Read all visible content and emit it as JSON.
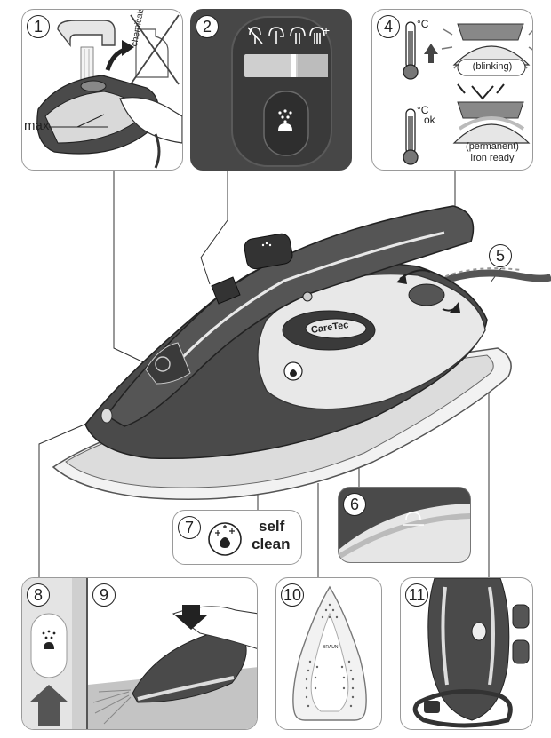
{
  "steps": {
    "s1": "1",
    "s2": "2",
    "s4": "4",
    "s5": "5",
    "s6": "6",
    "s7": "7",
    "s8": "8",
    "s9": "9",
    "s10": "10",
    "s11": "11"
  },
  "fill_panel": {
    "max_label": "max",
    "chemicals_label": "chemicals"
  },
  "steam_panel": {
    "icons": [
      "no-steam-icon",
      "low-steam-icon",
      "medium-steam-icon",
      "max-steam-icon"
    ],
    "plus_label": "+"
  },
  "temp_panel": {
    "unit_hot": "°C",
    "unit_ok": "°C",
    "ok_label": "ok",
    "blinking_label": "(blinking)",
    "permanent_label": "(permanent)",
    "iron_ready_label": "iron ready"
  },
  "brand": {
    "logo_text": "CareTec",
    "soleplate_brand": "BRAUN"
  },
  "self_clean": {
    "line1": "self",
    "line2": "clean"
  },
  "colors": {
    "body_dark": "#4a4a4a",
    "light_grey": "#d9d9d9",
    "outline": "#9a9a9a"
  }
}
